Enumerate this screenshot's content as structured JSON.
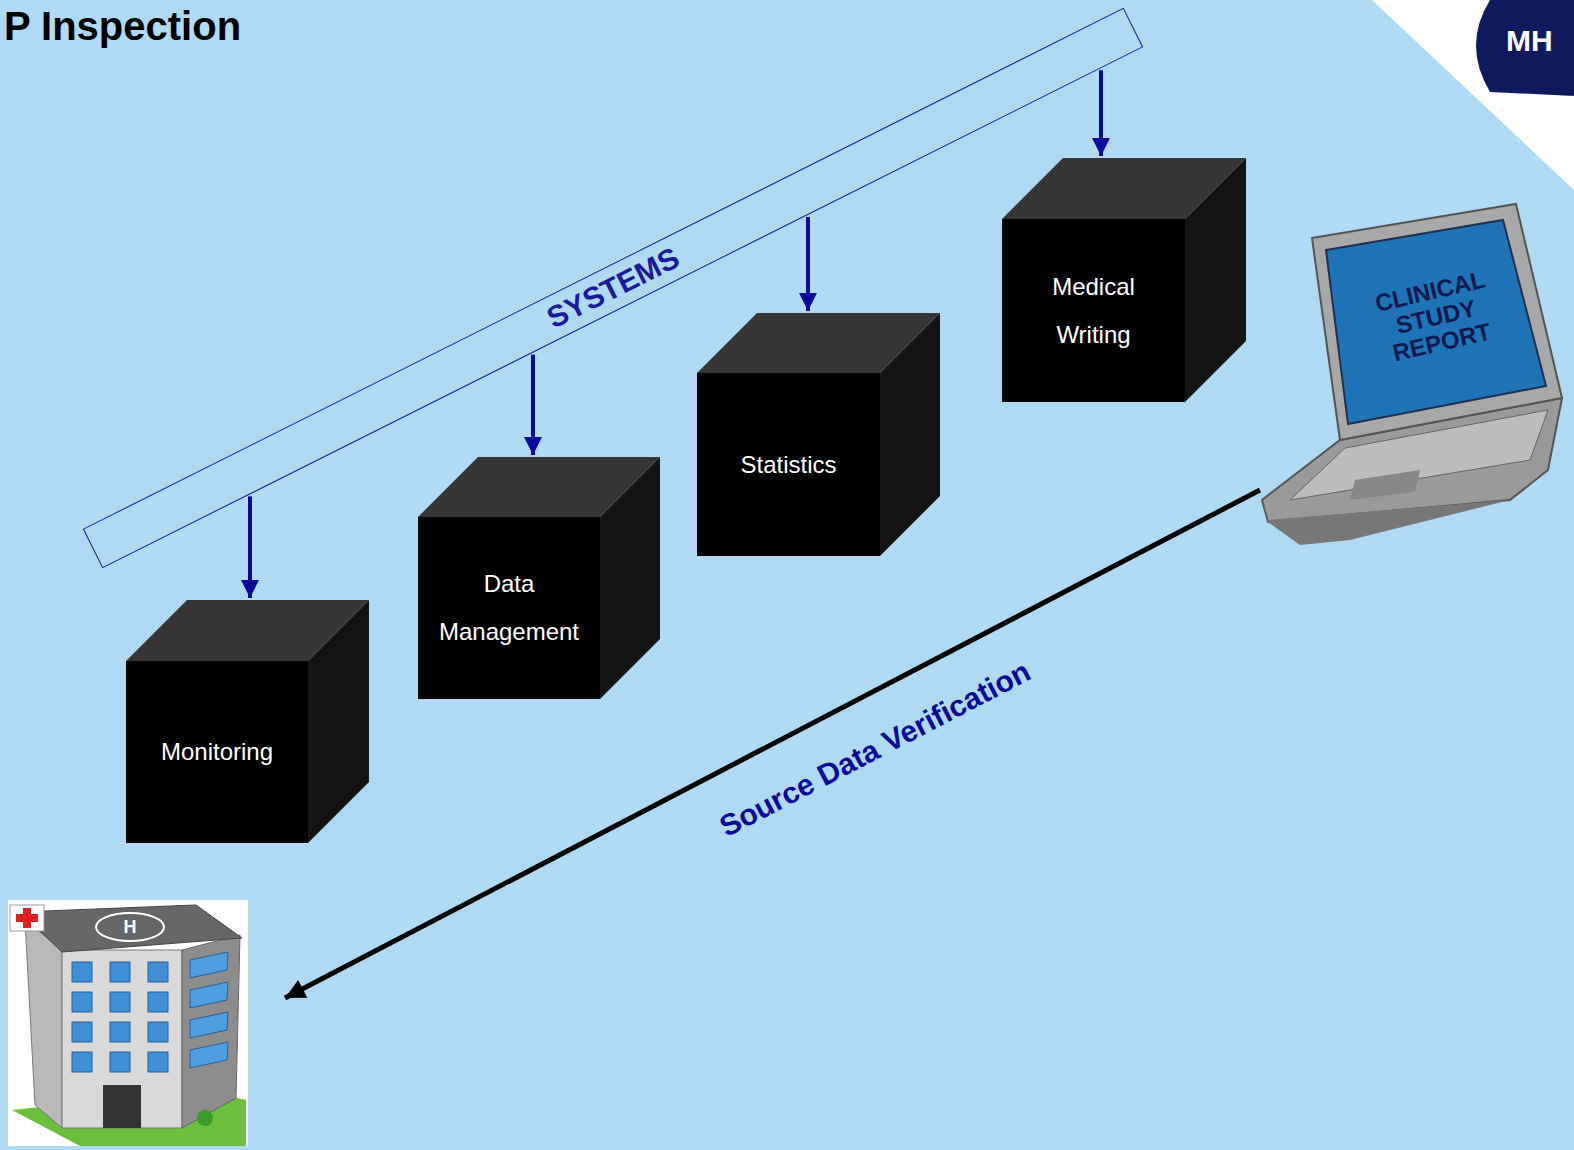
{
  "diagram": {
    "title": "P Inspection",
    "nodes": [
      {
        "text": [
          "SYSTEMS"
        ]
      },
      {
        "text": [
          "Medical Writing"
        ]
      },
      {
        "text": [
          "CLINICAL STUDY REPORT"
        ]
      },
      {
        "text": [
          "Statistics"
        ]
      },
      {
        "text": [
          "Data Management"
        ]
      },
      {
        "text": [
          "Monitoring"
        ]
      },
      {
        "text": [
          "H"
        ]
      }
    ],
    "edges": [
      {
        "from": 0,
        "to": 5,
        "arrow": "to"
      },
      {
        "from": 0,
        "to": 4,
        "arrow": "to"
      },
      {
        "from": 0,
        "to": 3,
        "arrow": "to"
      },
      {
        "from": 0,
        "to": 1,
        "arrow": "to"
      },
      {
        "from": 2,
        "to": 6,
        "label": "Source Data Verification",
        "arrow": "to"
      }
    ],
    "labels": [
      "MH"
    ]
  }
}
